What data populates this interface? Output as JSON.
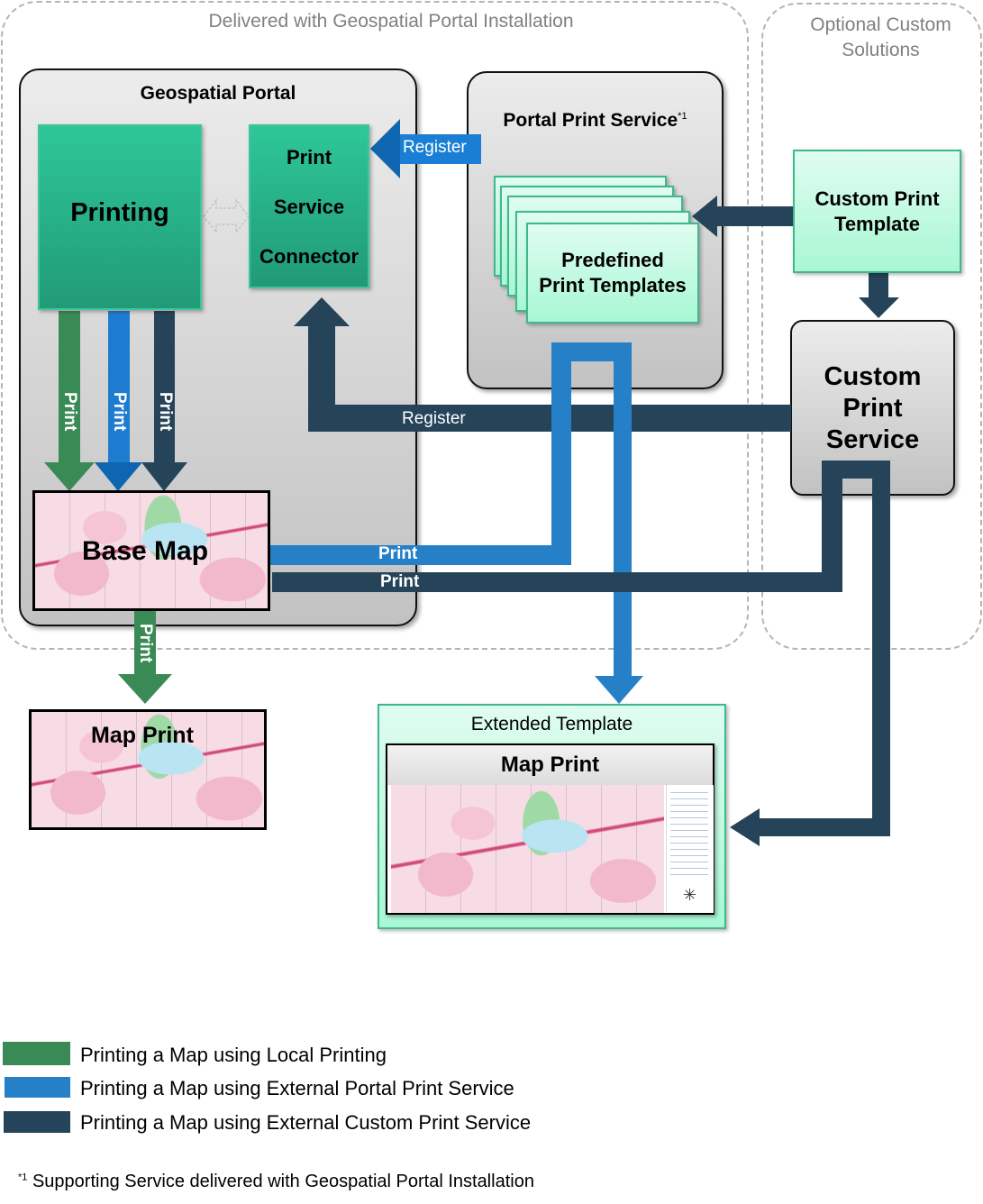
{
  "zones": {
    "delivered_title": "Delivered with Geospatial Portal Installation",
    "optional_title_line1": "Optional Custom",
    "optional_title_line2": "Solutions"
  },
  "geospatial_portal": {
    "title": "Geospatial Portal",
    "printing_label": "Printing",
    "connector_line1": "Print",
    "connector_line2": "Service",
    "connector_line3": "Connector",
    "base_map_label": "Base Map"
  },
  "portal_print_service": {
    "title": "Portal Print Service",
    "footnote_mark": "*1",
    "templates_line1": "Predefined",
    "templates_line2": "Print Templates"
  },
  "custom": {
    "template_line1": "Custom Print",
    "template_line2": "Template",
    "service_line1": "Custom",
    "service_line2": "Print",
    "service_line3": "Service"
  },
  "outputs": {
    "local_map_print": "Map Print",
    "extended_template_title": "Extended Template",
    "extended_map_print": "Map Print"
  },
  "arrow_labels": {
    "register_blue": "Register",
    "register_navy": "Register",
    "print_green": "Print",
    "print_blue": "Print",
    "print_navy": "Print",
    "print_blue_horizontal": "Print",
    "print_navy_horizontal": "Print",
    "print_green_down": "Print"
  },
  "colors": {
    "local": "#3a8a55",
    "portal_service": "#2680c8",
    "custom_service": "#264459",
    "teal": "#2ec798",
    "mint": "#c8fbe4"
  },
  "legend": [
    {
      "label": "Printing a Map using Local Printing",
      "color": "#3a8a55"
    },
    {
      "label": "Printing a Map using External Portal Print Service",
      "color": "#2680c8"
    },
    {
      "label": "Printing a Map using External Custom Print Service",
      "color": "#264459"
    }
  ],
  "footnote": {
    "mark": "*1",
    "text": "Supporting Service delivered with Geospatial Portal Installation"
  }
}
